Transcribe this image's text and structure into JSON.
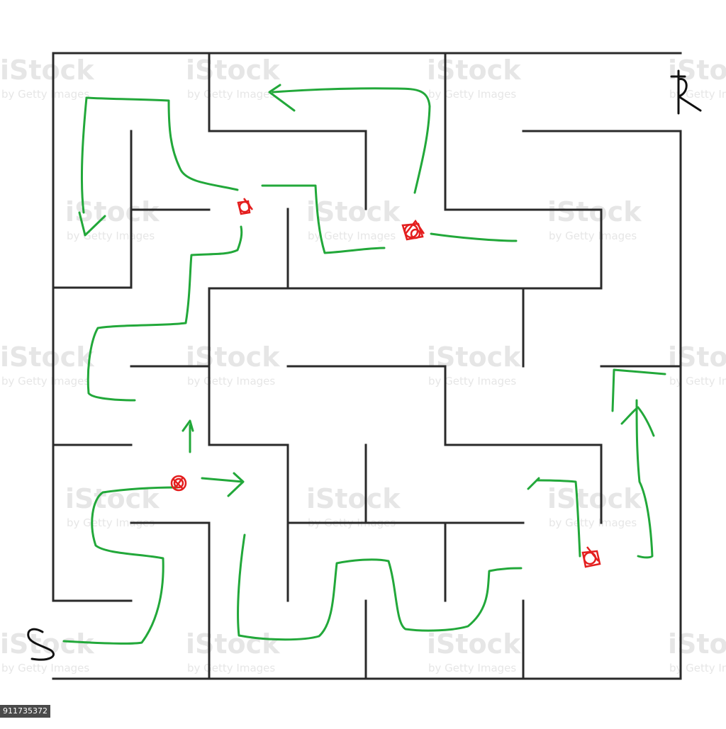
{
  "maze": {
    "start_label": "S",
    "end_label": "R",
    "wall_color": "#2a2a2a",
    "solution_color": "#22a83a",
    "dead_end_marker_color": "#e41e1e",
    "dead_end_markers": 4
  },
  "watermark": {
    "brand": "iStock",
    "byline": "by Getty Images"
  },
  "stock_id": "911735372"
}
